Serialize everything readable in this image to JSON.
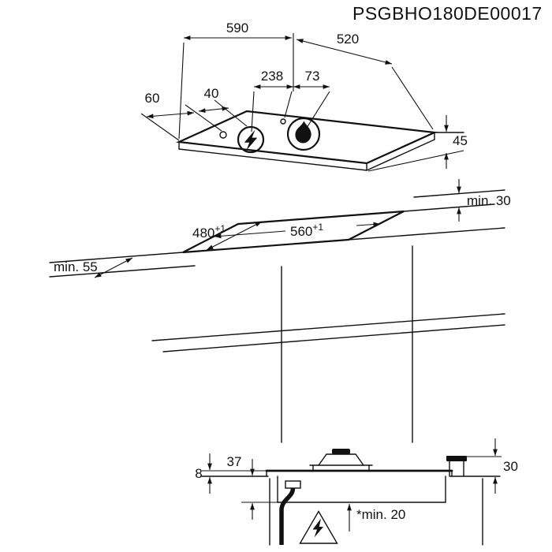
{
  "title": "PSGBHO180DE00017",
  "colors": {
    "line": "#111111",
    "background": "#ffffff"
  },
  "top_view": {
    "width": "590",
    "depth": "520",
    "burner_offset_a": "238",
    "burner_offset_b": "73",
    "control_offset_a": "60",
    "control_offset_b": "40",
    "height": "45"
  },
  "cutout_view": {
    "depth": "480",
    "depth_tolerance": "+1",
    "width": "560",
    "width_tolerance": "+1",
    "front_clearance": "min. 55",
    "rear_clearance": "min. 30"
  },
  "section_view": {
    "above_worktop": "8",
    "below_worktop": "37",
    "connector_height": "30",
    "bottom_clearance": "*min. 20"
  },
  "icons": {
    "lightning": "electric-hazard-bolt",
    "flame": "gas-flame",
    "warning_triangle": "electric-warning"
  }
}
